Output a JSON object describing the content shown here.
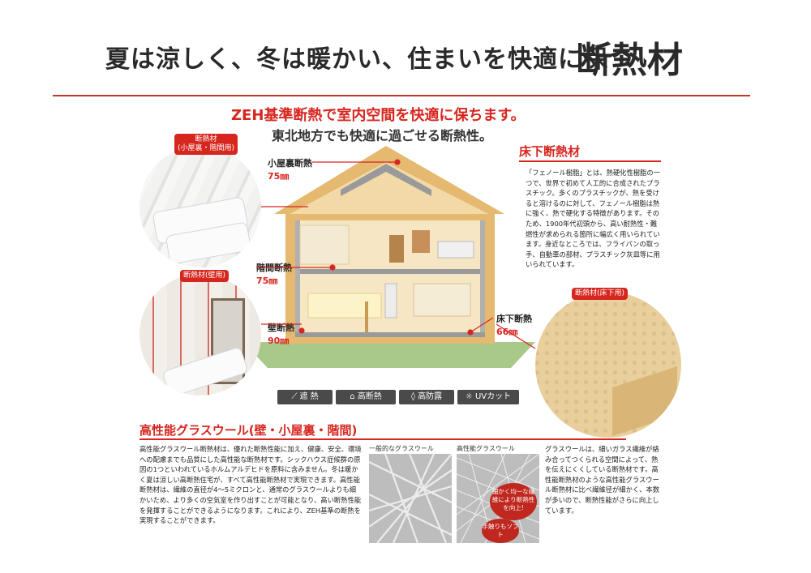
{
  "header": {
    "title": "夏は涼しく、冬は暖かい、住まいを快適に保つ",
    "title_big": "断熱材"
  },
  "headline": "ZEH基準断熱で室内空間を快適に保ちます。",
  "subheadline": "東北地方でも快適に過ごせる断熱性。",
  "circle_labels": {
    "attic": "断熱材\n(小屋裏・階間用)",
    "wall": "断熱材(壁用)",
    "floor": "断熱材(床下用)"
  },
  "callouts": {
    "attic": {
      "label": "小屋裏断熱",
      "value": "75㎜"
    },
    "interfloor": {
      "label": "階間断熱",
      "value": "75㎜"
    },
    "wall": {
      "label": "壁断熱",
      "value": "90㎜"
    },
    "floor": {
      "label": "床下断熱",
      "value": "66㎜"
    }
  },
  "underfloor_section": {
    "title": "床下断熱材",
    "text": "「フェノール樹脂」とは、熱硬化性樹脂の一つで、世界で初めて人工的に合成されたプラスチック。多くのプラスチックが、熱を受けると溶けるのに対して、フェノール樹脂は熱に強く、熱で硬化する特徴があります。そのため、1900年代初頭から、高い耐熱性・難燃性が求められる箇所に幅広く用いられています。身近なところでは、フライパンの取っ手、自動車の部材、プラスチック灰皿等に用いられています。"
  },
  "badges": [
    "遮 熱",
    "高断熱",
    "高防露",
    "UVカット"
  ],
  "glasswool_section": {
    "title": "高性能グラスウール(壁・小屋裏・階間)",
    "text_left": "高性能グラスウール断熱材は、優れた断熱性能に加え、健康、安全、環境への配慮までも品質にした高性能な断熱材です。シックハウス症候群の原因の1つといわれているホルムアルデヒドを原料に含みません。冬は暖かく夏は涼しい高断熱住宅が、すべて高性能断熱材で実現できます。高性能断熱材は、繊維の直径が4〜5ミクロンと、通常のグラスウールよりも細かいため、より多くの空気室を作り出すことが可能となり、高い断熱性能を発揮することができるようになります。これにより、ZEH基準の断熱を実現することができます。",
    "text_right": "グラスウールは、細いガラス繊維が絡み合ってつくられる空間によって、熱を伝えにくくしている断熱材です。高性能断熱材のような高性能グラスウール断熱材に比べ繊維径が細かく、本数が多いので、断熱性能がさらに向上しています。",
    "image_label_general": "一般的なグラスウール",
    "image_label_high": "高性能グラスウール",
    "bubble_1": "細かく均一な繊維により断熱性を向上!",
    "bubble_2": "手触りもソフト"
  },
  "colors": {
    "accent": "#d7261e",
    "badge": "#4a4a4a",
    "house_frame": "#e5b96f"
  }
}
